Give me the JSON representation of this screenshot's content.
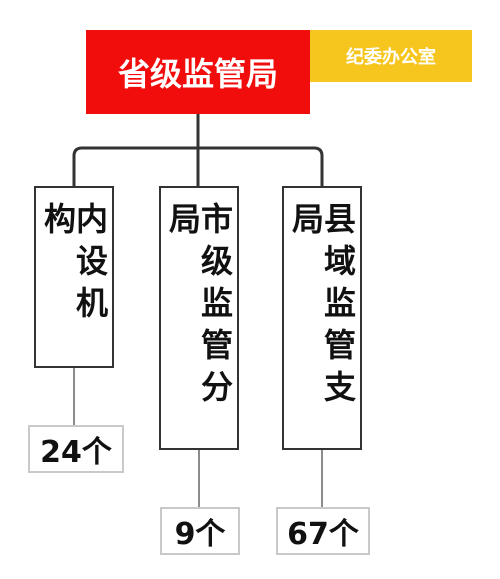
{
  "root": {
    "label": "省级监管局",
    "color": "#f20d0d"
  },
  "side": {
    "label": "纪委办公室",
    "color": "#f6c51e"
  },
  "units": [
    {
      "label": "内设机构",
      "count": "24个"
    },
    {
      "label": "市级监管分局",
      "count": "9个"
    },
    {
      "label": "县域监管支局",
      "count": "67个"
    }
  ]
}
